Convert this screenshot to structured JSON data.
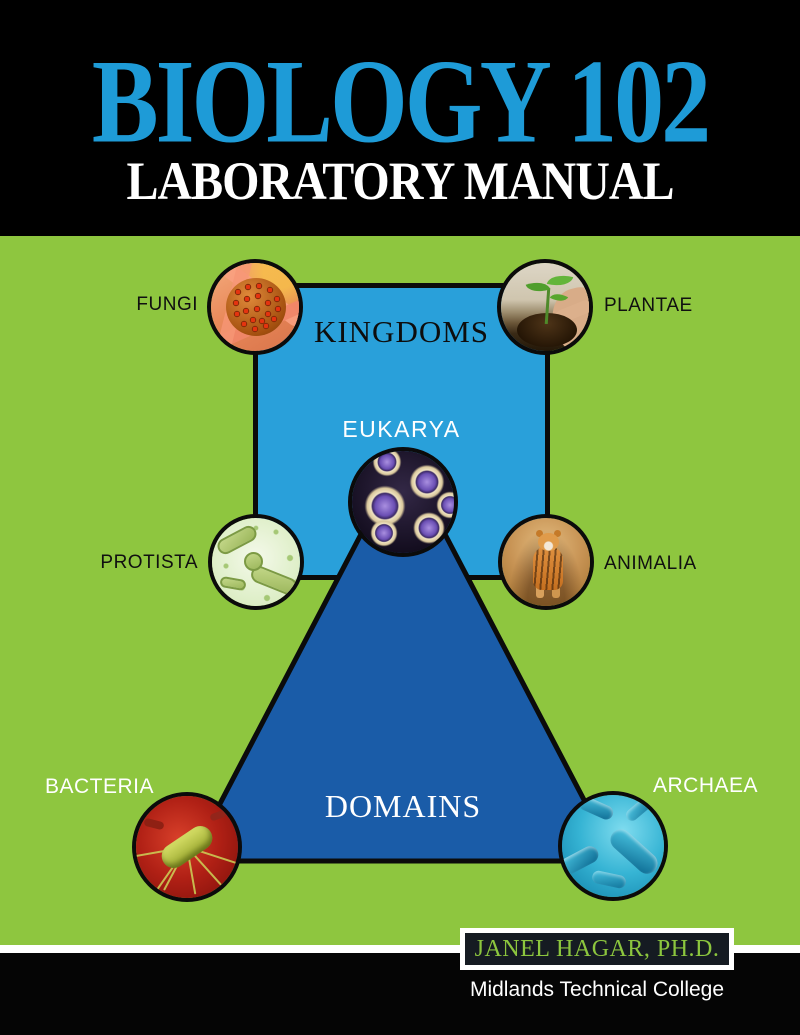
{
  "cover": {
    "title_line1": "BIOLOGY 102",
    "title_line2": "LABORATORY MANUAL",
    "colors": {
      "background_black": "#000000",
      "page_green": "#8EC63F",
      "title_blue": "#1E9BD7",
      "kingdoms_square_blue": "#29A0DA",
      "domains_triangle_blue": "#1A5CA8",
      "author_text_green": "#8CC63E",
      "divider_white": "#FFFFFF"
    }
  },
  "diagram": {
    "square_label": "KINGDOMS",
    "triangle_label": "DOMAINS",
    "center_label": "EUKARYA",
    "kingdom_labels": {
      "fungi": "FUNGI",
      "plantae": "PLANTAE",
      "protista": "PROTISTA",
      "animalia": "ANIMALIA"
    },
    "domain_labels": {
      "bacteria": "BACTERIA",
      "archaea": "ARCHAEA"
    },
    "images": {
      "fungi": "mold-spore-head-photo",
      "plantae": "seedling-held-in-hand-photo",
      "protista": "protist-micrograph-photo",
      "animalia": "tiger-photo",
      "eukarya": "eukaryotic-cells-photo",
      "bacteria": "flagellated-bacterium-photo",
      "archaea": "archaea-rod-cells-photo"
    }
  },
  "footer": {
    "author": "JANEL HAGAR, PH.D.",
    "institution": "Midlands Technical College"
  }
}
